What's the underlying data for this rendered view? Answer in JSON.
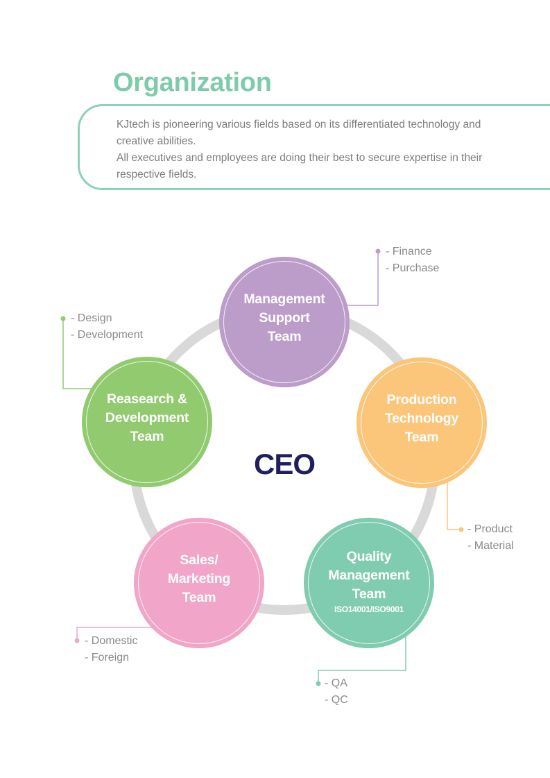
{
  "header": {
    "title": "Organization",
    "intro_lines": [
      "KJtech is pioneering various fields based on its differentiated technology and creative abilities.",
      "All executives and employees are doing their best to secure expertise in their respective fields."
    ]
  },
  "diagram": {
    "center_label": "CEO",
    "teams": [
      {
        "id": "management-support",
        "label": "Management\nSupport\nTeam",
        "subtitle": "",
        "color": "#bc9cc9",
        "items": [
          "- Finance",
          "- Purchase"
        ]
      },
      {
        "id": "production-technology",
        "label": "Production\nTechnology\nTeam",
        "subtitle": "",
        "color": "#fbc57a",
        "items": [
          "- Product",
          "- Material"
        ]
      },
      {
        "id": "quality-management",
        "label": "Quality\nManagement\nTeam",
        "subtitle": "ISO14001/ISO9001",
        "color": "#80ccb0",
        "items": [
          "- QA",
          "- QC"
        ]
      },
      {
        "id": "sales-marketing",
        "label": "Sales/\nMarketing\nTeam",
        "subtitle": "",
        "color": "#f0a5c9",
        "items": [
          "- Domestic",
          "- Foreign"
        ]
      },
      {
        "id": "research-development",
        "label": "Reasearch &\nDevelopment\nTeam",
        "subtitle": "",
        "color": "#92ca6f",
        "items": [
          "- Design",
          "- Development"
        ]
      }
    ],
    "ring_color": "#d9d9d9",
    "text_color": "#8a8a8a",
    "ceo_color": "#201f5b",
    "accent_color": "#7ecbab"
  }
}
